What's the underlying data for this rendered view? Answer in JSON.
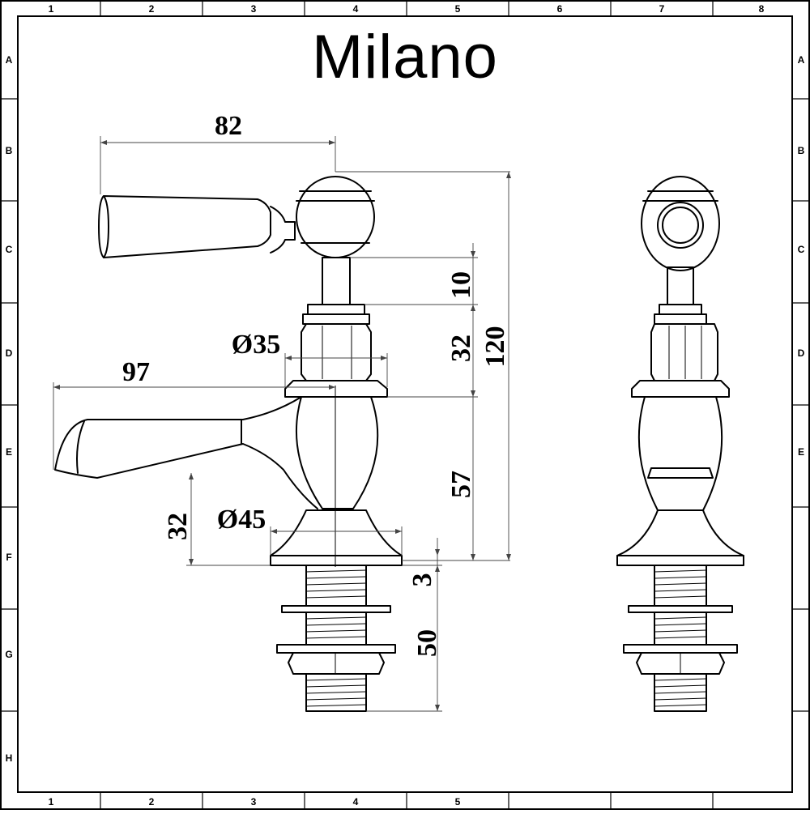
{
  "title": "Milano",
  "grid": {
    "columns": [
      "1",
      "2",
      "3",
      "4",
      "5",
      "6",
      "7",
      "8"
    ],
    "rows": [
      "A",
      "B",
      "C",
      "D",
      "E",
      "F",
      "G",
      "H"
    ]
  },
  "dimensions": {
    "handle_reach": "82",
    "body_diameter_top": "Ø35",
    "spout_reach": "97",
    "spout_height": "32",
    "base_diameter": "Ø45",
    "stem_gap": "10",
    "nut_height": "32",
    "overall_height": "120",
    "body_height": "57",
    "base_plate": "3",
    "thread_length": "50"
  }
}
